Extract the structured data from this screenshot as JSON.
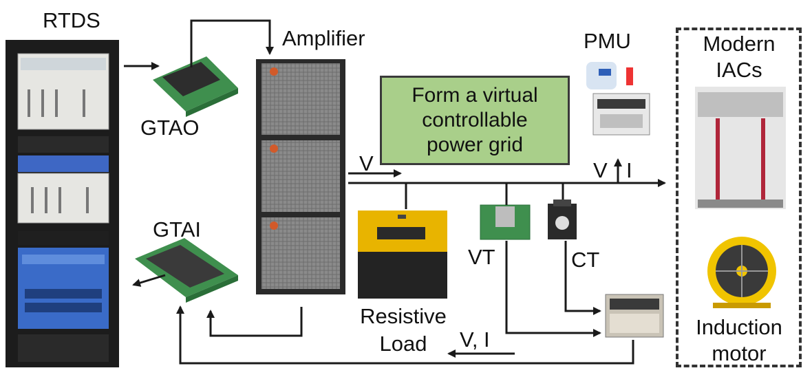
{
  "labels": {
    "rtds": "RTDS",
    "amplifier": "Amplifier",
    "pmu": "PMU",
    "gtao": "GTAO",
    "gtai": "GTAI",
    "resistive_load": "Resistive\nLoad",
    "vt": "VT",
    "ct": "CT",
    "v": "V",
    "v_i_top": "V",
    "i_top": "I",
    "v_i_bottom": "V, I",
    "modern_iacs_line1": "Modern",
    "modern_iacs_line2": "IACs",
    "induction_line1": "Induction",
    "induction_line2": "motor"
  },
  "virtual_grid_box": {
    "line1": "Form a virtual",
    "line2": "controllable",
    "line3": "power grid",
    "fill_color": "#a9cf8a"
  },
  "colors": {
    "line": "#1a1a1a",
    "rack_frame": "#1c1c1c",
    "board_green": "#3f8f4e",
    "load_yellow": "#e8b400"
  }
}
